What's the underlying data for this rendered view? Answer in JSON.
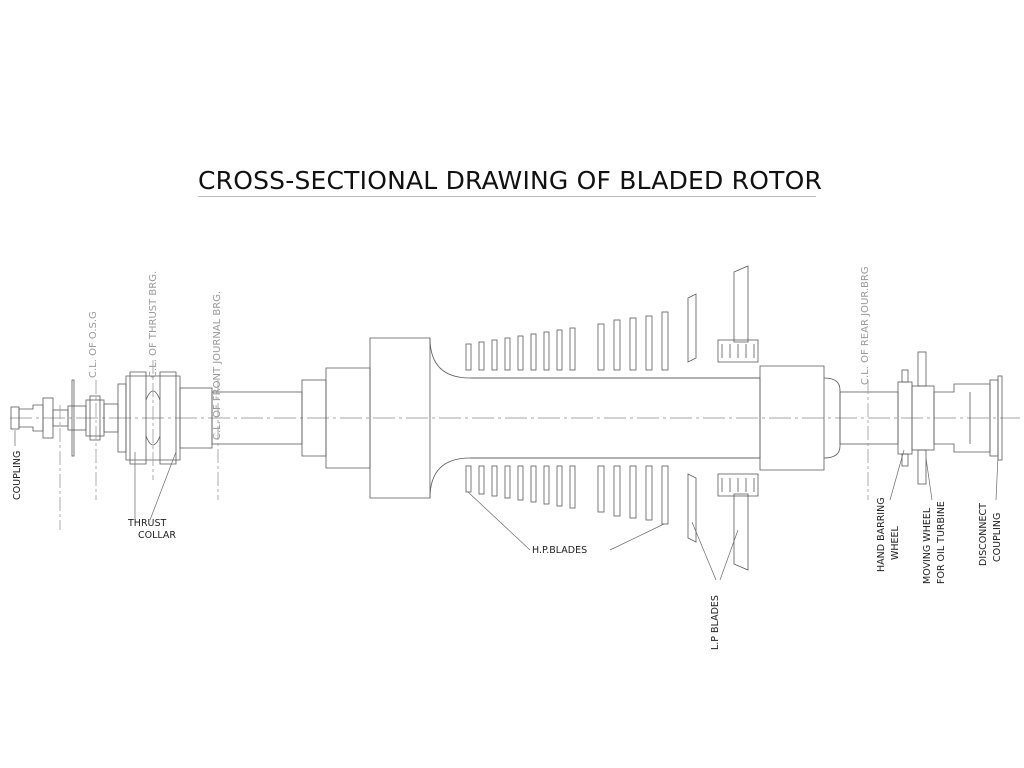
{
  "title": "CROSS-SECTIONAL DRAWING OF BLADED ROTOR",
  "centerlines": {
    "osg": "C.L. OF O.S.G",
    "thrust": "C.L. OF THRUST BRG.",
    "front_journal": "C.L. OF FRONT JOURNAL BRG.",
    "rear_journal": "C.L. OF REAR JOUR.BRG"
  },
  "labels": {
    "coupling": "COUPLING",
    "thrust_collar_1": "THRUST",
    "thrust_collar_2": "COLLAR",
    "hp_blades": "H.P.BLADES",
    "lp_blades": "L.P BLADES",
    "hand_barring_1": "HAND BARRING",
    "hand_barring_2": "WHEEL",
    "moving_wheel_1": "MOVING WHEEL",
    "moving_wheel_2": "FOR OIL TURBINE",
    "disconnect_1": "DISCONNECT",
    "disconnect_2": "COUPLING"
  },
  "colors": {
    "line": "#5a5a5a",
    "faint": "#9a9a9a",
    "text": "#222222"
  }
}
